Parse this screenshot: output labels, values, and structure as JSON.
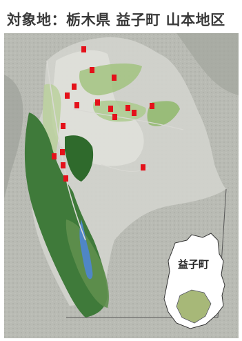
{
  "title": "対象地：栃木県 益子町 山本地区",
  "inset": {
    "label": "益子町"
  },
  "colors": {
    "satellite_gray": "#b9bbb4",
    "forest_green": "#3f7a3a",
    "farmland_green": "#9fc27a",
    "marker_red": "#e4111a",
    "river_blue": "#4f86c6",
    "inset_highlight": "#a7b878"
  },
  "markers": [
    {
      "id": "m01"
    },
    {
      "id": "m02"
    },
    {
      "id": "m03"
    },
    {
      "id": "m04"
    },
    {
      "id": "m05"
    },
    {
      "id": "m06"
    },
    {
      "id": "m07"
    },
    {
      "id": "m08"
    },
    {
      "id": "m09"
    },
    {
      "id": "m10"
    },
    {
      "id": "m11"
    },
    {
      "id": "m12"
    },
    {
      "id": "m13"
    },
    {
      "id": "m14"
    },
    {
      "id": "m15"
    },
    {
      "id": "m16"
    },
    {
      "id": "m17"
    },
    {
      "id": "m18"
    }
  ]
}
